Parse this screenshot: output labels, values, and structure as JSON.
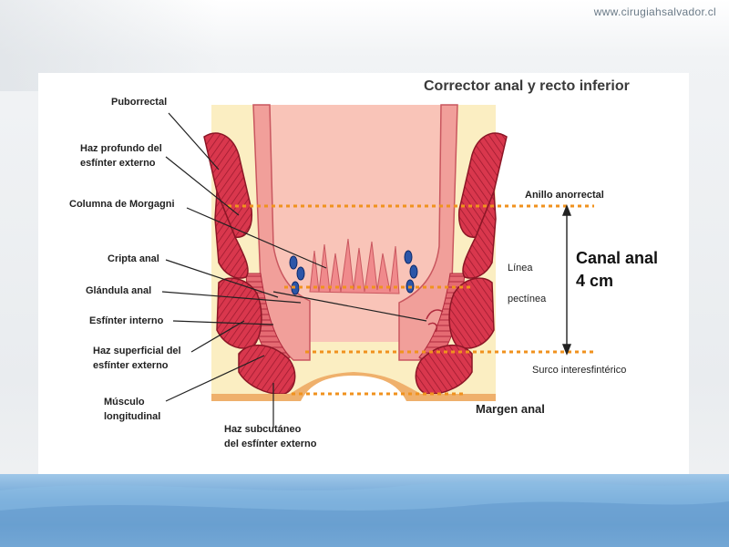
{
  "site": {
    "url": "www.cirugiahsalvador.cl"
  },
  "diagram": {
    "title": "Corrector anal y recto inferior",
    "left_labels": {
      "puborrectal": "Puborrectal",
      "haz_profundo_1": "Haz profundo del",
      "haz_profundo_2": "esfínter externo",
      "columna_morgagni": "Columna de Morgagni",
      "cripta_anal": "Cripta anal",
      "glandula_anal": "Glándula anal",
      "esfinter_interno": "Esfínter interno",
      "haz_superficial_1": "Haz superficial del",
      "haz_superficial_2": "esfínter externo",
      "musculo_1": "Músculo",
      "musculo_2": "longitudinal"
    },
    "bottom_labels": {
      "haz_subcutaneo_1": "Haz subcutáneo",
      "haz_subcutaneo_2": "del esfínter externo"
    },
    "right_labels": {
      "anillo_anorrectal": "Anillo anorrectal",
      "linea": "Línea",
      "pectinea": "pectínea",
      "canal_anal_1": "Canal anal",
      "canal_anal_2": "4 cm",
      "surco": "Surco interesfintérico",
      "margen_anal": "Margen anal"
    },
    "colors": {
      "muscle": "#d9374d",
      "muscle_dark": "#8c1626",
      "mucosa": "#f6a6a0",
      "lumen": "#f9c4b8",
      "fat": "#fbeec2",
      "gland": "#2c56a8",
      "dotted_line": "#f0921e"
    }
  }
}
